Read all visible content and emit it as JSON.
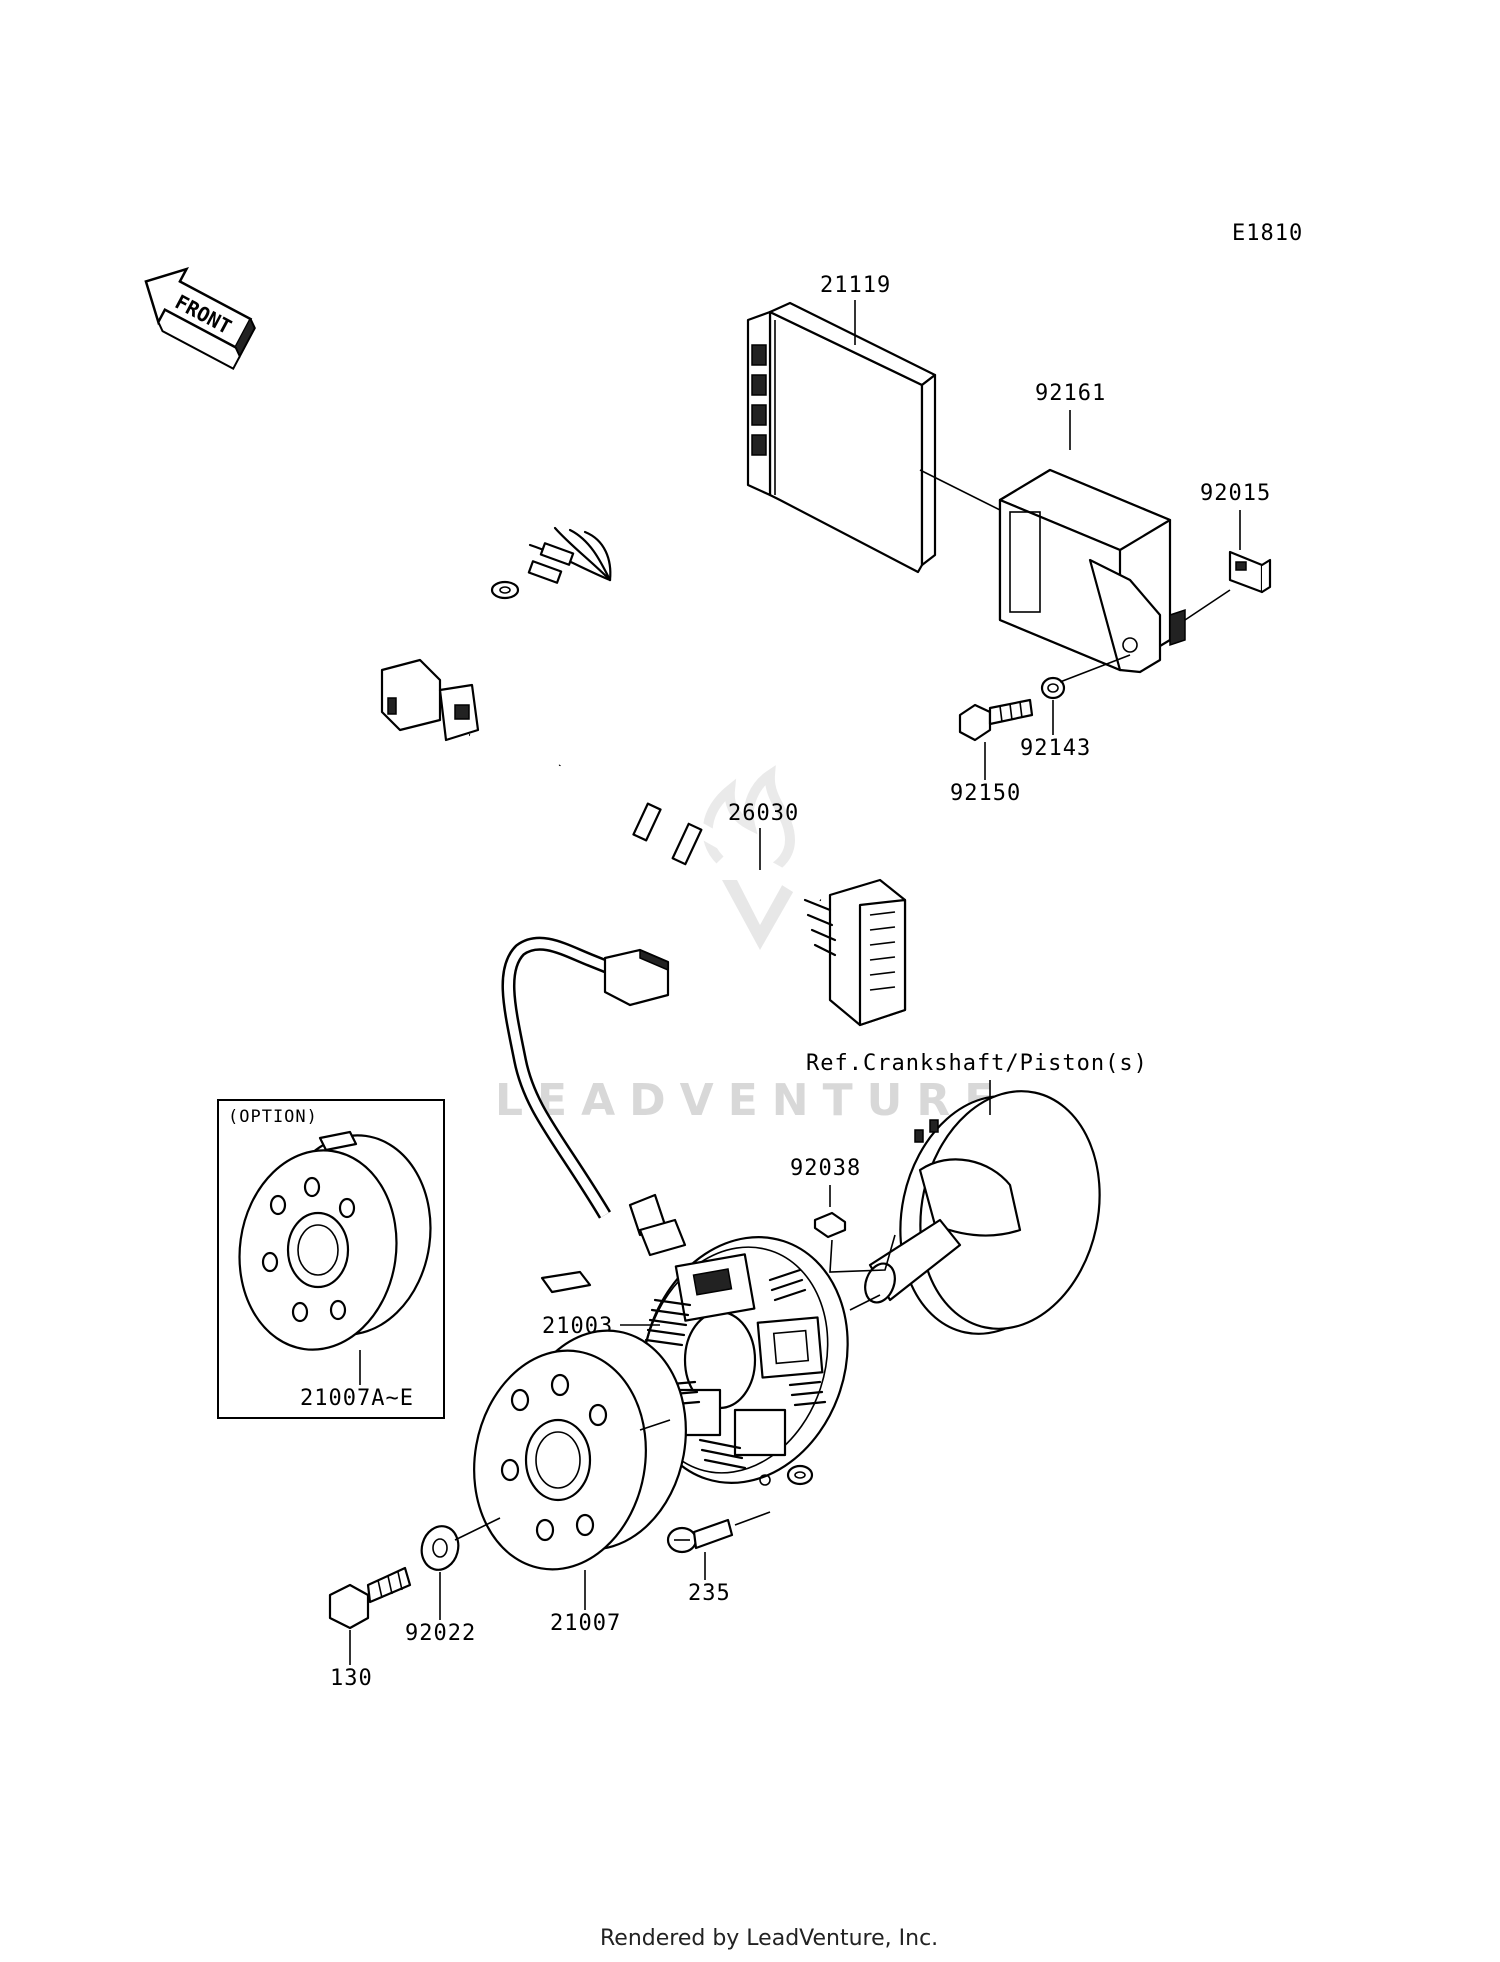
{
  "diagram_code": "E1810",
  "front_label": "FRONT",
  "reference_note": "Ref.Crankshaft/Piston(s)",
  "option_box": {
    "title": "(OPTION)",
    "part": "21007A~E"
  },
  "parts": [
    "21119",
    "92161",
    "92015",
    "92143",
    "92150",
    "26030",
    "92038",
    "21003",
    "21007",
    "92022",
    "130",
    "235"
  ],
  "watermark": "LEADVENTURE",
  "footer": "Rendered by LeadVenture, Inc.",
  "colors": {
    "line": "#000000",
    "watermark": "#d8d8d8",
    "background": "#ffffff"
  }
}
